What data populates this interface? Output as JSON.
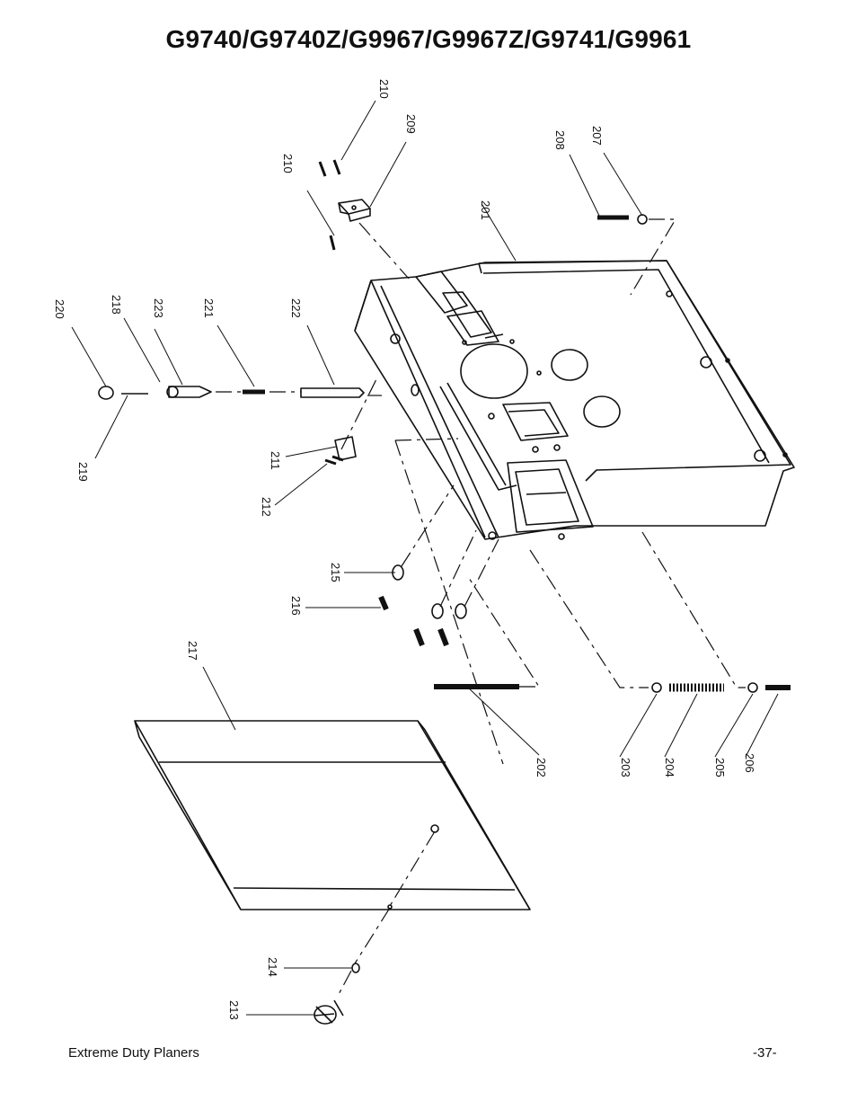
{
  "page": {
    "title": "G9740/G9740Z/G9967/G9967Z/G9741/G9961",
    "footer_left": "Extreme Duty Planers",
    "footer_right": "-37-"
  },
  "callouts": [
    {
      "id": "c201",
      "label": "201"
    },
    {
      "id": "c202",
      "label": "202"
    },
    {
      "id": "c203",
      "label": "203"
    },
    {
      "id": "c204",
      "label": "204"
    },
    {
      "id": "c205",
      "label": "205"
    },
    {
      "id": "c206",
      "label": "206"
    },
    {
      "id": "c207",
      "label": "207"
    },
    {
      "id": "c208",
      "label": "208"
    },
    {
      "id": "c209",
      "label": "209"
    },
    {
      "id": "c210a",
      "label": "210"
    },
    {
      "id": "c210b",
      "label": "210"
    },
    {
      "id": "c211",
      "label": "211"
    },
    {
      "id": "c212",
      "label": "212"
    },
    {
      "id": "c213",
      "label": "213"
    },
    {
      "id": "c214",
      "label": "214"
    },
    {
      "id": "c215",
      "label": "215"
    },
    {
      "id": "c216",
      "label": "216"
    },
    {
      "id": "c217",
      "label": "217"
    },
    {
      "id": "c218",
      "label": "218"
    },
    {
      "id": "c219",
      "label": "219"
    },
    {
      "id": "c220",
      "label": "220"
    },
    {
      "id": "c221",
      "label": "221"
    },
    {
      "id": "c222",
      "label": "222"
    },
    {
      "id": "c223",
      "label": "223"
    }
  ]
}
